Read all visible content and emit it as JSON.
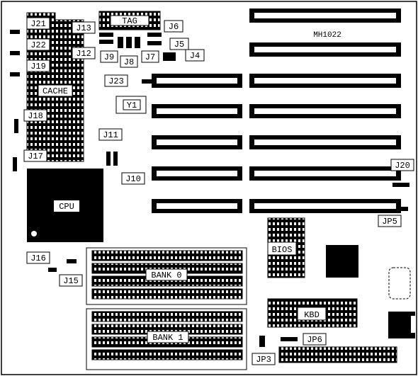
{
  "board": {
    "model": "MH1022",
    "labels": {
      "tag": "TAG",
      "cache": "CACHE",
      "cpu": "CPU",
      "y1": "Y1",
      "bios": "BIOS",
      "kbd": "KBD",
      "bank0": "BANK 0",
      "bank1": "BANK 1"
    },
    "jumpers": {
      "j21": "J21",
      "j22": "J22",
      "j19": "J19",
      "j18": "J18",
      "j17": "J17",
      "j13": "J13",
      "j12": "J12",
      "j9": "J9",
      "j8": "J8",
      "j7": "J7",
      "j6": "J6",
      "j5": "J5",
      "j4": "J4",
      "j23": "J23",
      "j11": "J11",
      "j10": "J10",
      "j20": "J20",
      "jp5": "JP5",
      "j16": "J16",
      "j15": "J15",
      "jp6": "JP6",
      "jp3": "JP3"
    }
  },
  "colors": {
    "ink": "#000000",
    "paper": "#ffffff"
  }
}
